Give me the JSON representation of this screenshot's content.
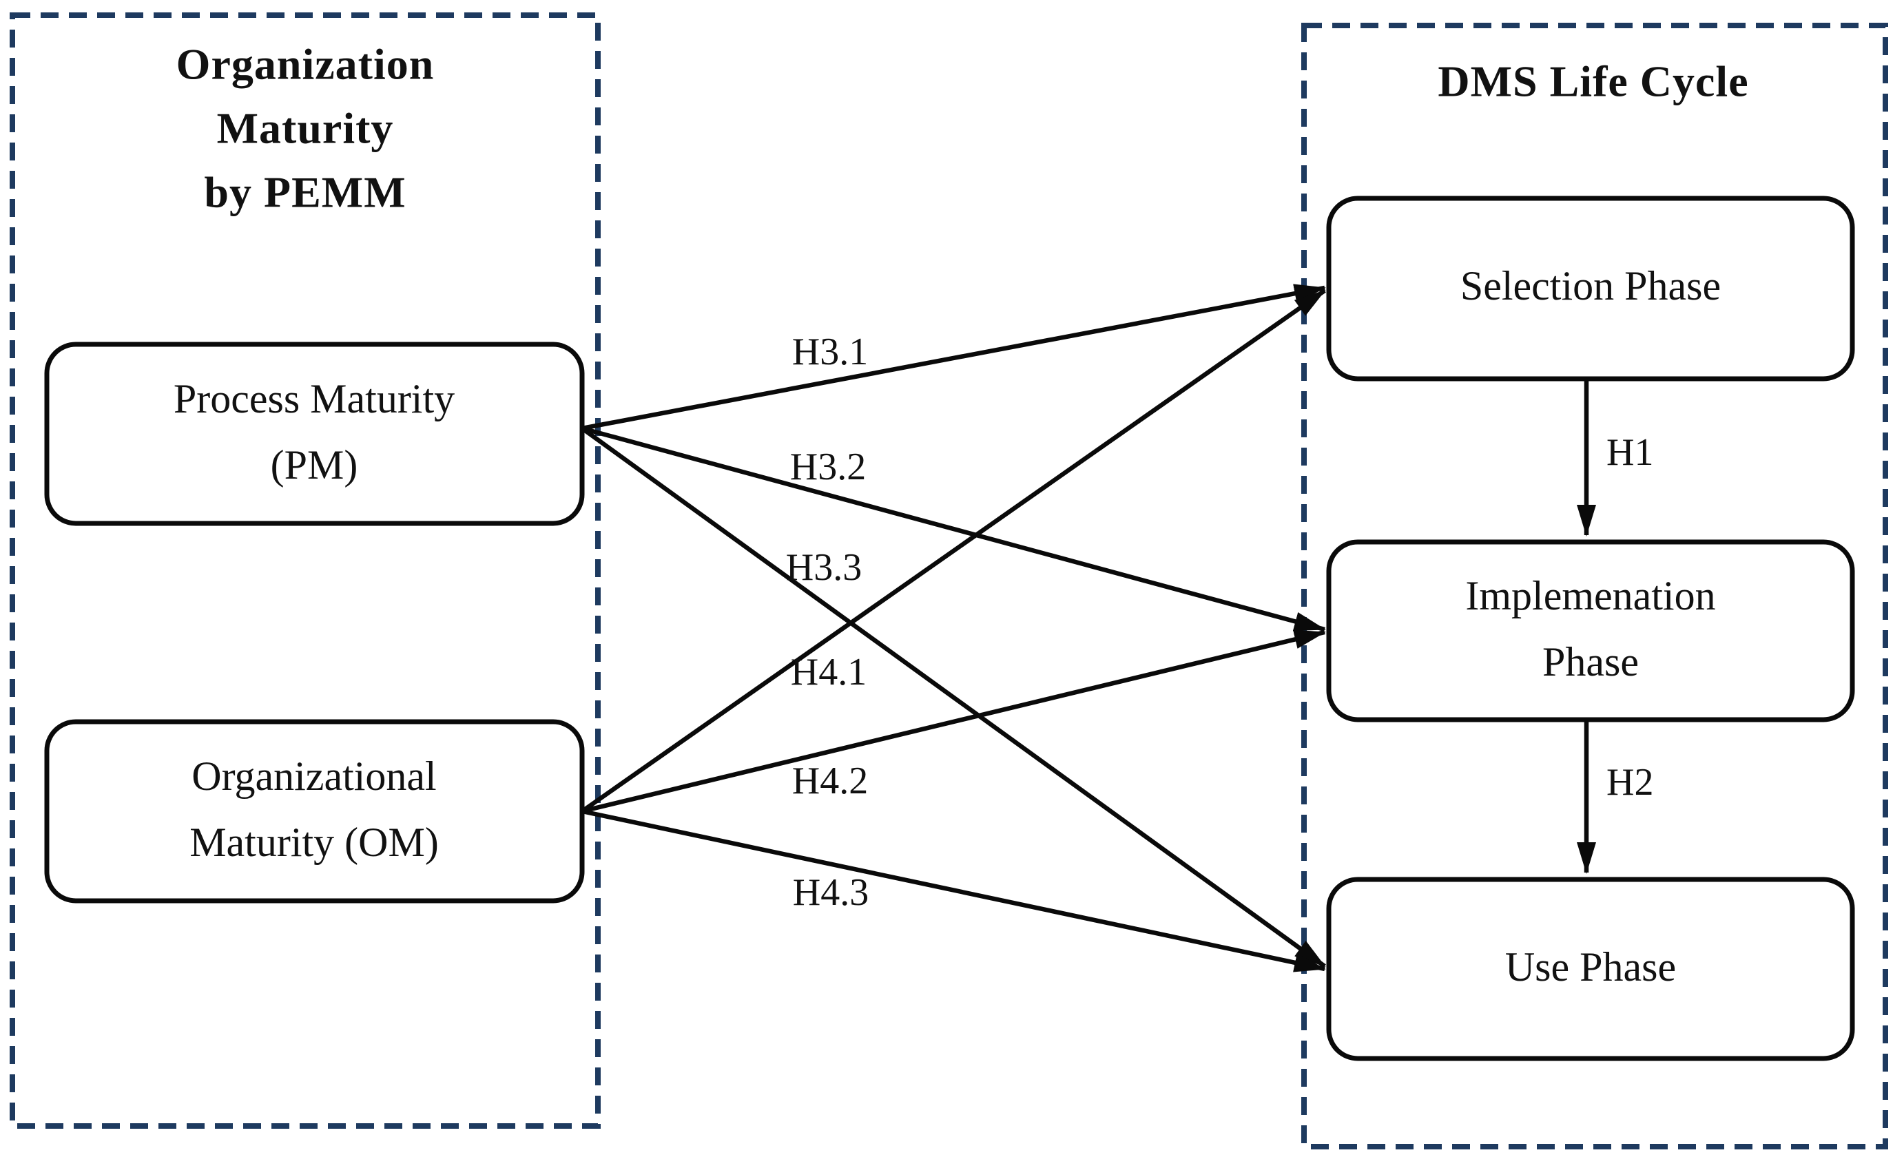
{
  "figure": {
    "background": "#ffffff",
    "colors": {
      "dashed_border": "#1e3a5f",
      "node_border": "#0a0a0a",
      "arrow": "#0a0a0a",
      "text": "#111111"
    },
    "left_group": {
      "title_lines": [
        "Organization",
        "Maturity",
        "by PEMM"
      ],
      "nodes": [
        {
          "id": "pm",
          "lines": [
            "Process Maturity",
            "(PM)"
          ]
        },
        {
          "id": "om",
          "lines": [
            "Organizational",
            "Maturity (OM)"
          ]
        }
      ]
    },
    "right_group": {
      "title": "DMS Life Cycle",
      "nodes": [
        {
          "id": "selection",
          "lines": [
            "Selection Phase"
          ]
        },
        {
          "id": "implementation",
          "lines": [
            "Implemenation",
            "Phase"
          ]
        },
        {
          "id": "use",
          "lines": [
            "Use Phase"
          ]
        }
      ]
    },
    "edges": {
      "pm_selection": "H3.1",
      "pm_implementation": "H3.2",
      "pm_use": "H3.3",
      "om_selection": "H4.1",
      "om_implementation": "H4.2",
      "om_use": "H4.3",
      "selection_implementation": "H1",
      "implementation_use": "H2"
    }
  }
}
